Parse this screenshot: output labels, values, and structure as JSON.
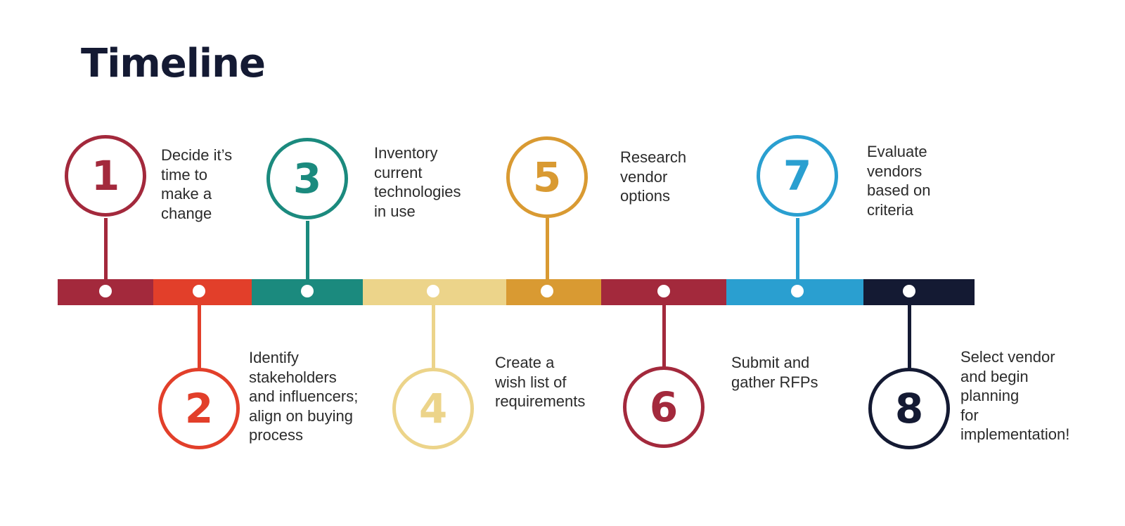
{
  "title": "Timeline",
  "colors": {
    "crimson": "#a3293c",
    "orange_red": "#e23f2a",
    "teal": "#1b8a7e",
    "pale_yellow": "#ecd48a",
    "gold": "#d99a32",
    "sky_blue": "#2a9fd0",
    "navy": "#141a33"
  },
  "steps": [
    {
      "number": "1",
      "label": "Decide it’s\ntime to\nmake a\nchange",
      "color": "#a3293c",
      "segment_color": "#a3293c"
    },
    {
      "number": "2",
      "label": "Identify\nstakeholders\nand influencers;\nalign on buying\nprocess",
      "color": "#e23f2a",
      "segment_color": "#e23f2a"
    },
    {
      "number": "3",
      "label": "Inventory\ncurrent\ntechnologies\nin use",
      "color": "#1b8a7e",
      "segment_color": "#1b8a7e"
    },
    {
      "number": "4",
      "label": "Create a\nwish list of\nrequirements",
      "color": "#ecd48a",
      "segment_color": "#ecd48a"
    },
    {
      "number": "5",
      "label": "Research\nvendor\noptions",
      "color": "#d99a32",
      "segment_color": "#d99a32"
    },
    {
      "number": "6",
      "label": "Submit and\ngather RFPs",
      "color": "#a3293c",
      "segment_color": "#a3293c"
    },
    {
      "number": "7",
      "label": "Evaluate\nvendors\nbased on\ncriteria",
      "color": "#2a9fd0",
      "segment_color": "#2a9fd0"
    },
    {
      "number": "8",
      "label": "Select vendor\nand begin\nplanning\nfor\nimplementation!",
      "color": "#141a33",
      "segment_color": "#141a33"
    }
  ]
}
